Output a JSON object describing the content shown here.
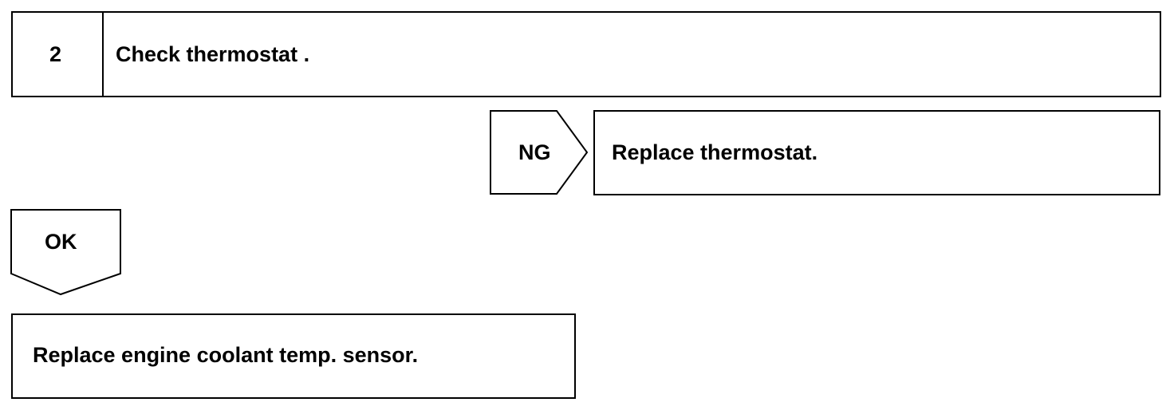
{
  "step": {
    "number": "2",
    "title": "Check thermostat ."
  },
  "ng_branch": {
    "label": "NG",
    "action": "Replace thermostat."
  },
  "ok_branch": {
    "label": "OK",
    "action": "Replace engine coolant temp. sensor."
  }
}
